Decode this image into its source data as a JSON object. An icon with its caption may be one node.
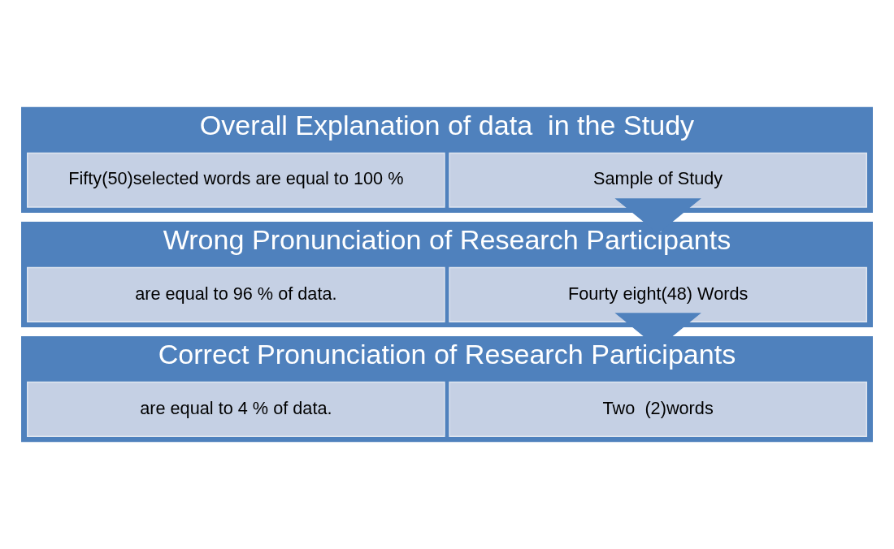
{
  "diagram": {
    "nodes": [
      {
        "text": [
          "Overall Explanation of data  in the Study"
        ]
      },
      {
        "text": [
          "Sample of Study"
        ],
        "in": 0
      },
      {
        "text": [
          "Fifty(50)selected words are equal to 100 %"
        ],
        "in": 0
      },
      {
        "text": [
          "Wrong Pronunciation of Research Participants"
        ]
      },
      {
        "text": [
          "Fourty eight(48) Words"
        ],
        "in": 3
      },
      {
        "text": [
          "are equal to 96 % of data."
        ],
        "in": 3
      },
      {
        "text": [
          "Correct Pronunciation of Research Participants"
        ]
      },
      {
        "text": [
          "Two  (2)words"
        ],
        "in": 6
      },
      {
        "text": [
          "are equal to 4 % of data."
        ],
        "in": 6
      }
    ],
    "edges": [
      {
        "from": 0,
        "to": 3,
        "arrow": "to"
      },
      {
        "from": 3,
        "to": 6,
        "arrow": "to"
      }
    ]
  }
}
